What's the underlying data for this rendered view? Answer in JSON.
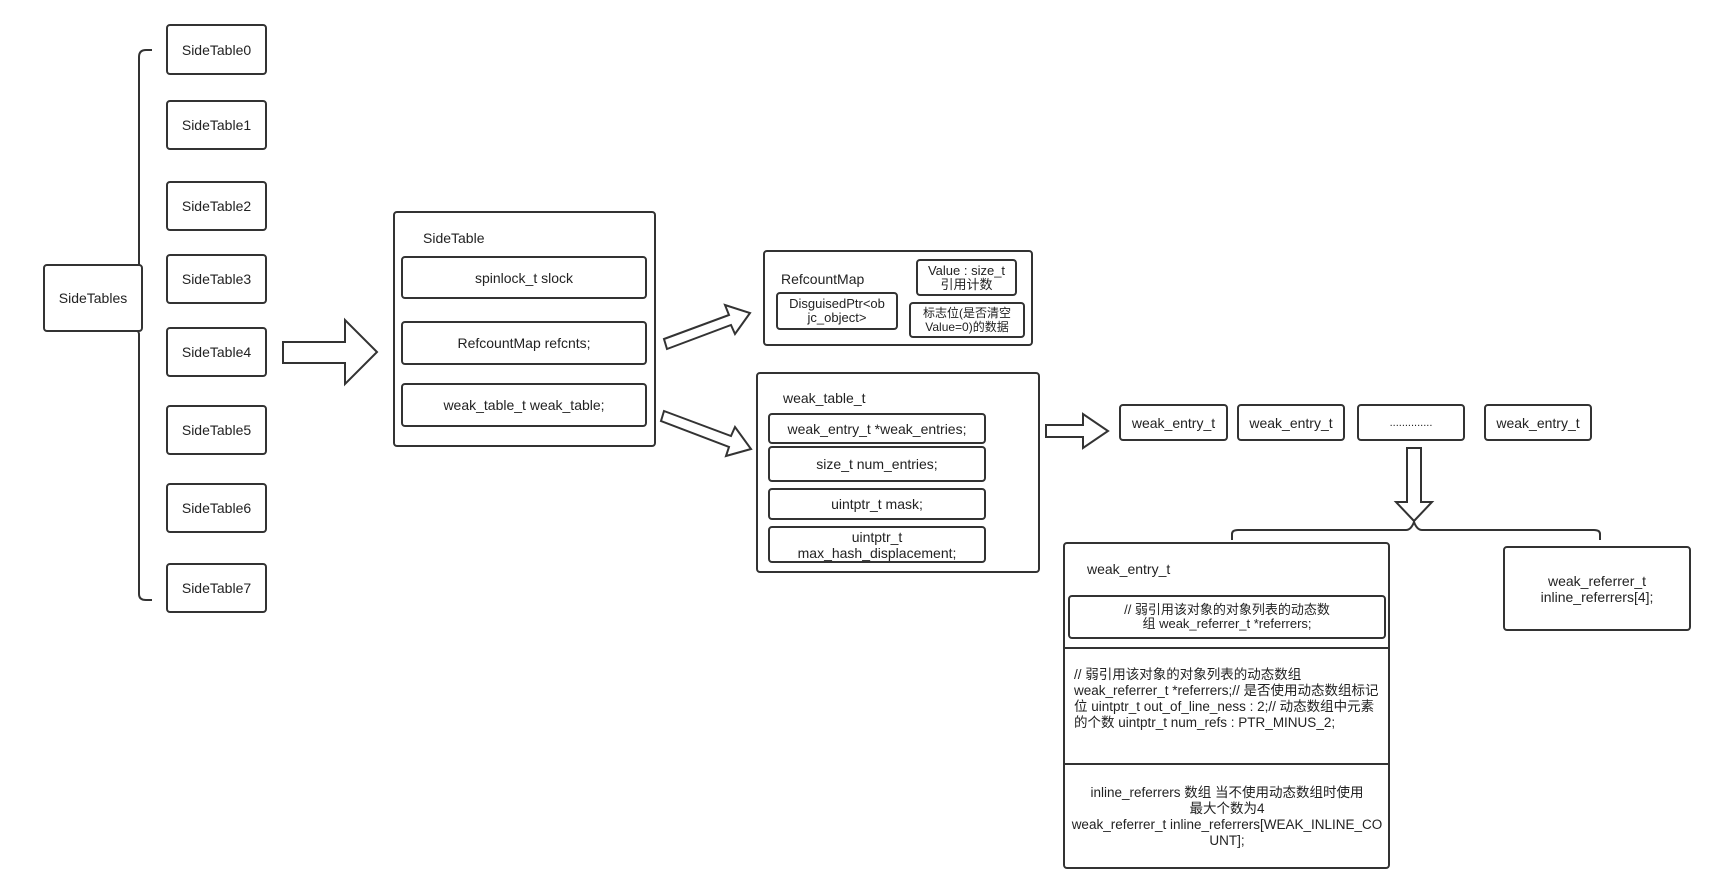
{
  "sidetables": {
    "root": "SideTables",
    "items": [
      "SideTable0",
      "SideTable1",
      "SideTable2",
      "SideTable3",
      "SideTable4",
      "SideTable5",
      "SideTable6",
      "SideTable7"
    ]
  },
  "sidetable": {
    "title": "SideTable",
    "fields": [
      "spinlock_t slock",
      "RefcountMap refcnts;",
      "weak_table_t weak_table;"
    ]
  },
  "refcountmap": {
    "title": "RefcountMap",
    "key": "DisguisedPtr<objc_object>",
    "value": "Value : size_t 引用计数",
    "flag": "标志位(是否清空Value=0)的数据"
  },
  "weak_table": {
    "title": "weak_table_t",
    "fields": [
      "weak_entry_t *weak_entries;",
      "size_t num_entries;",
      "uintptr_t mask;",
      "uintptr_t max_hash_displacement;"
    ]
  },
  "entries": [
    "weak_entry_t",
    "weak_entry_t",
    "..............",
    "weak_entry_t"
  ],
  "weak_entry": {
    "title": "weak_entry_t",
    "field_a": "// 弱引用该对象的对象列表的动态数组           weak_referrer_t *referrers;",
    "section_b": "// 弱引用该对象的对象列表的动态数组 weak_referrer_t *referrers;// 是否使用动态数组标记位 uintptr_t        out_of_line_ness : 2;// 动态数组中元素的个数  uintptr_t        num_refs : PTR_MINUS_2;",
    "section_c_line1": "inline_referrers 数组 当不使用动态数组时使用",
    "section_c_line2": "最大个数为4",
    "section_c_line3": "weak_referrer_t  inline_referrers[WEAK_INLINE_COUNT];"
  },
  "weak_referrer": "weak_referrer_t inline_referrers[4];"
}
